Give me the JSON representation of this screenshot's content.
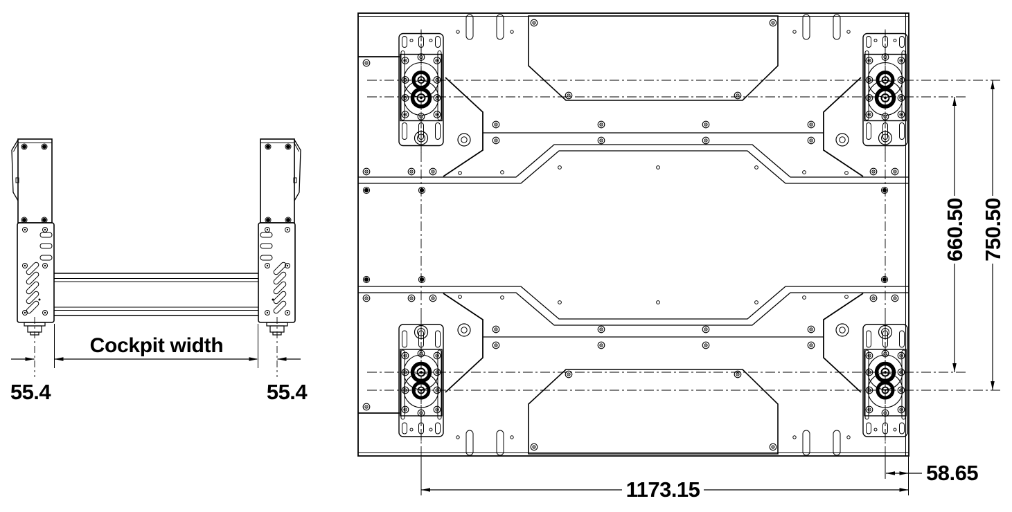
{
  "title": "Cockpit base technical drawing",
  "front_view": {
    "label": "Cockpit width",
    "dim_left": "55.4",
    "dim_right": "55.4"
  },
  "top_view": {
    "dim_width": "1173.15",
    "dim_edge_offset": "58.65",
    "dim_inner_span": "660.50",
    "dim_outer_span": "750.50"
  },
  "colors": {
    "line": "#000000",
    "background": "#ffffff"
  }
}
